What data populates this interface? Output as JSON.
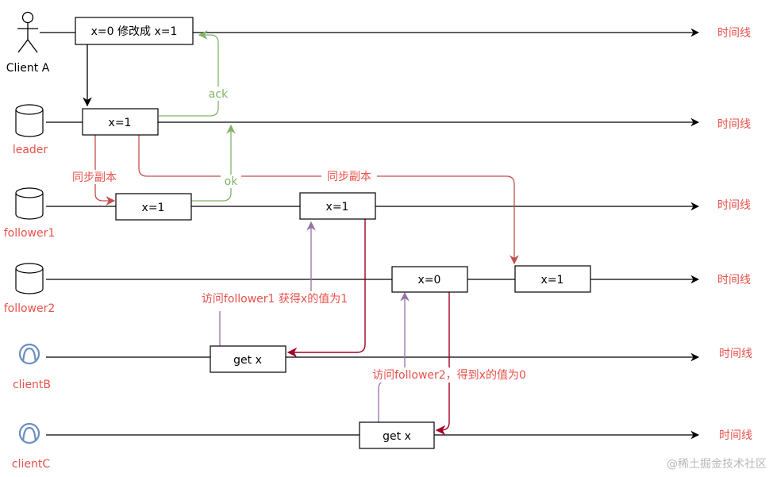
{
  "actors": {
    "client_a": "Client A",
    "leader": "leader",
    "follower1": "follower1",
    "follower2": "follower2",
    "client_b": "clientB",
    "client_c": "clientC"
  },
  "timeline_label": "时间线",
  "boxes": {
    "client_a_write": "x=0 修改成 x=1",
    "leader_value": "x=1",
    "follower1_value_first": "x=1",
    "follower1_value_second": "x=1",
    "follower2_value_old": "x=0",
    "follower2_value_new": "x=1",
    "client_b_get": "get x",
    "client_c_get": "get x"
  },
  "annotations": {
    "ack": "ack",
    "ok": "ok",
    "sync_replica_1": "同步副本",
    "sync_replica_2": "同步副本",
    "read_follower1": "访问follower1 获得x的值为1",
    "read_follower2": "访问follower2，得到x的值为0"
  },
  "watermark": "@稀土掘金技术社区",
  "colors": {
    "actor_red": "#e8514a",
    "sync_arrow": "#c0504d",
    "ack_green": "#82b366",
    "read_purple": "#9673a6",
    "response_crimson": "#a20025",
    "line": "#000000"
  }
}
